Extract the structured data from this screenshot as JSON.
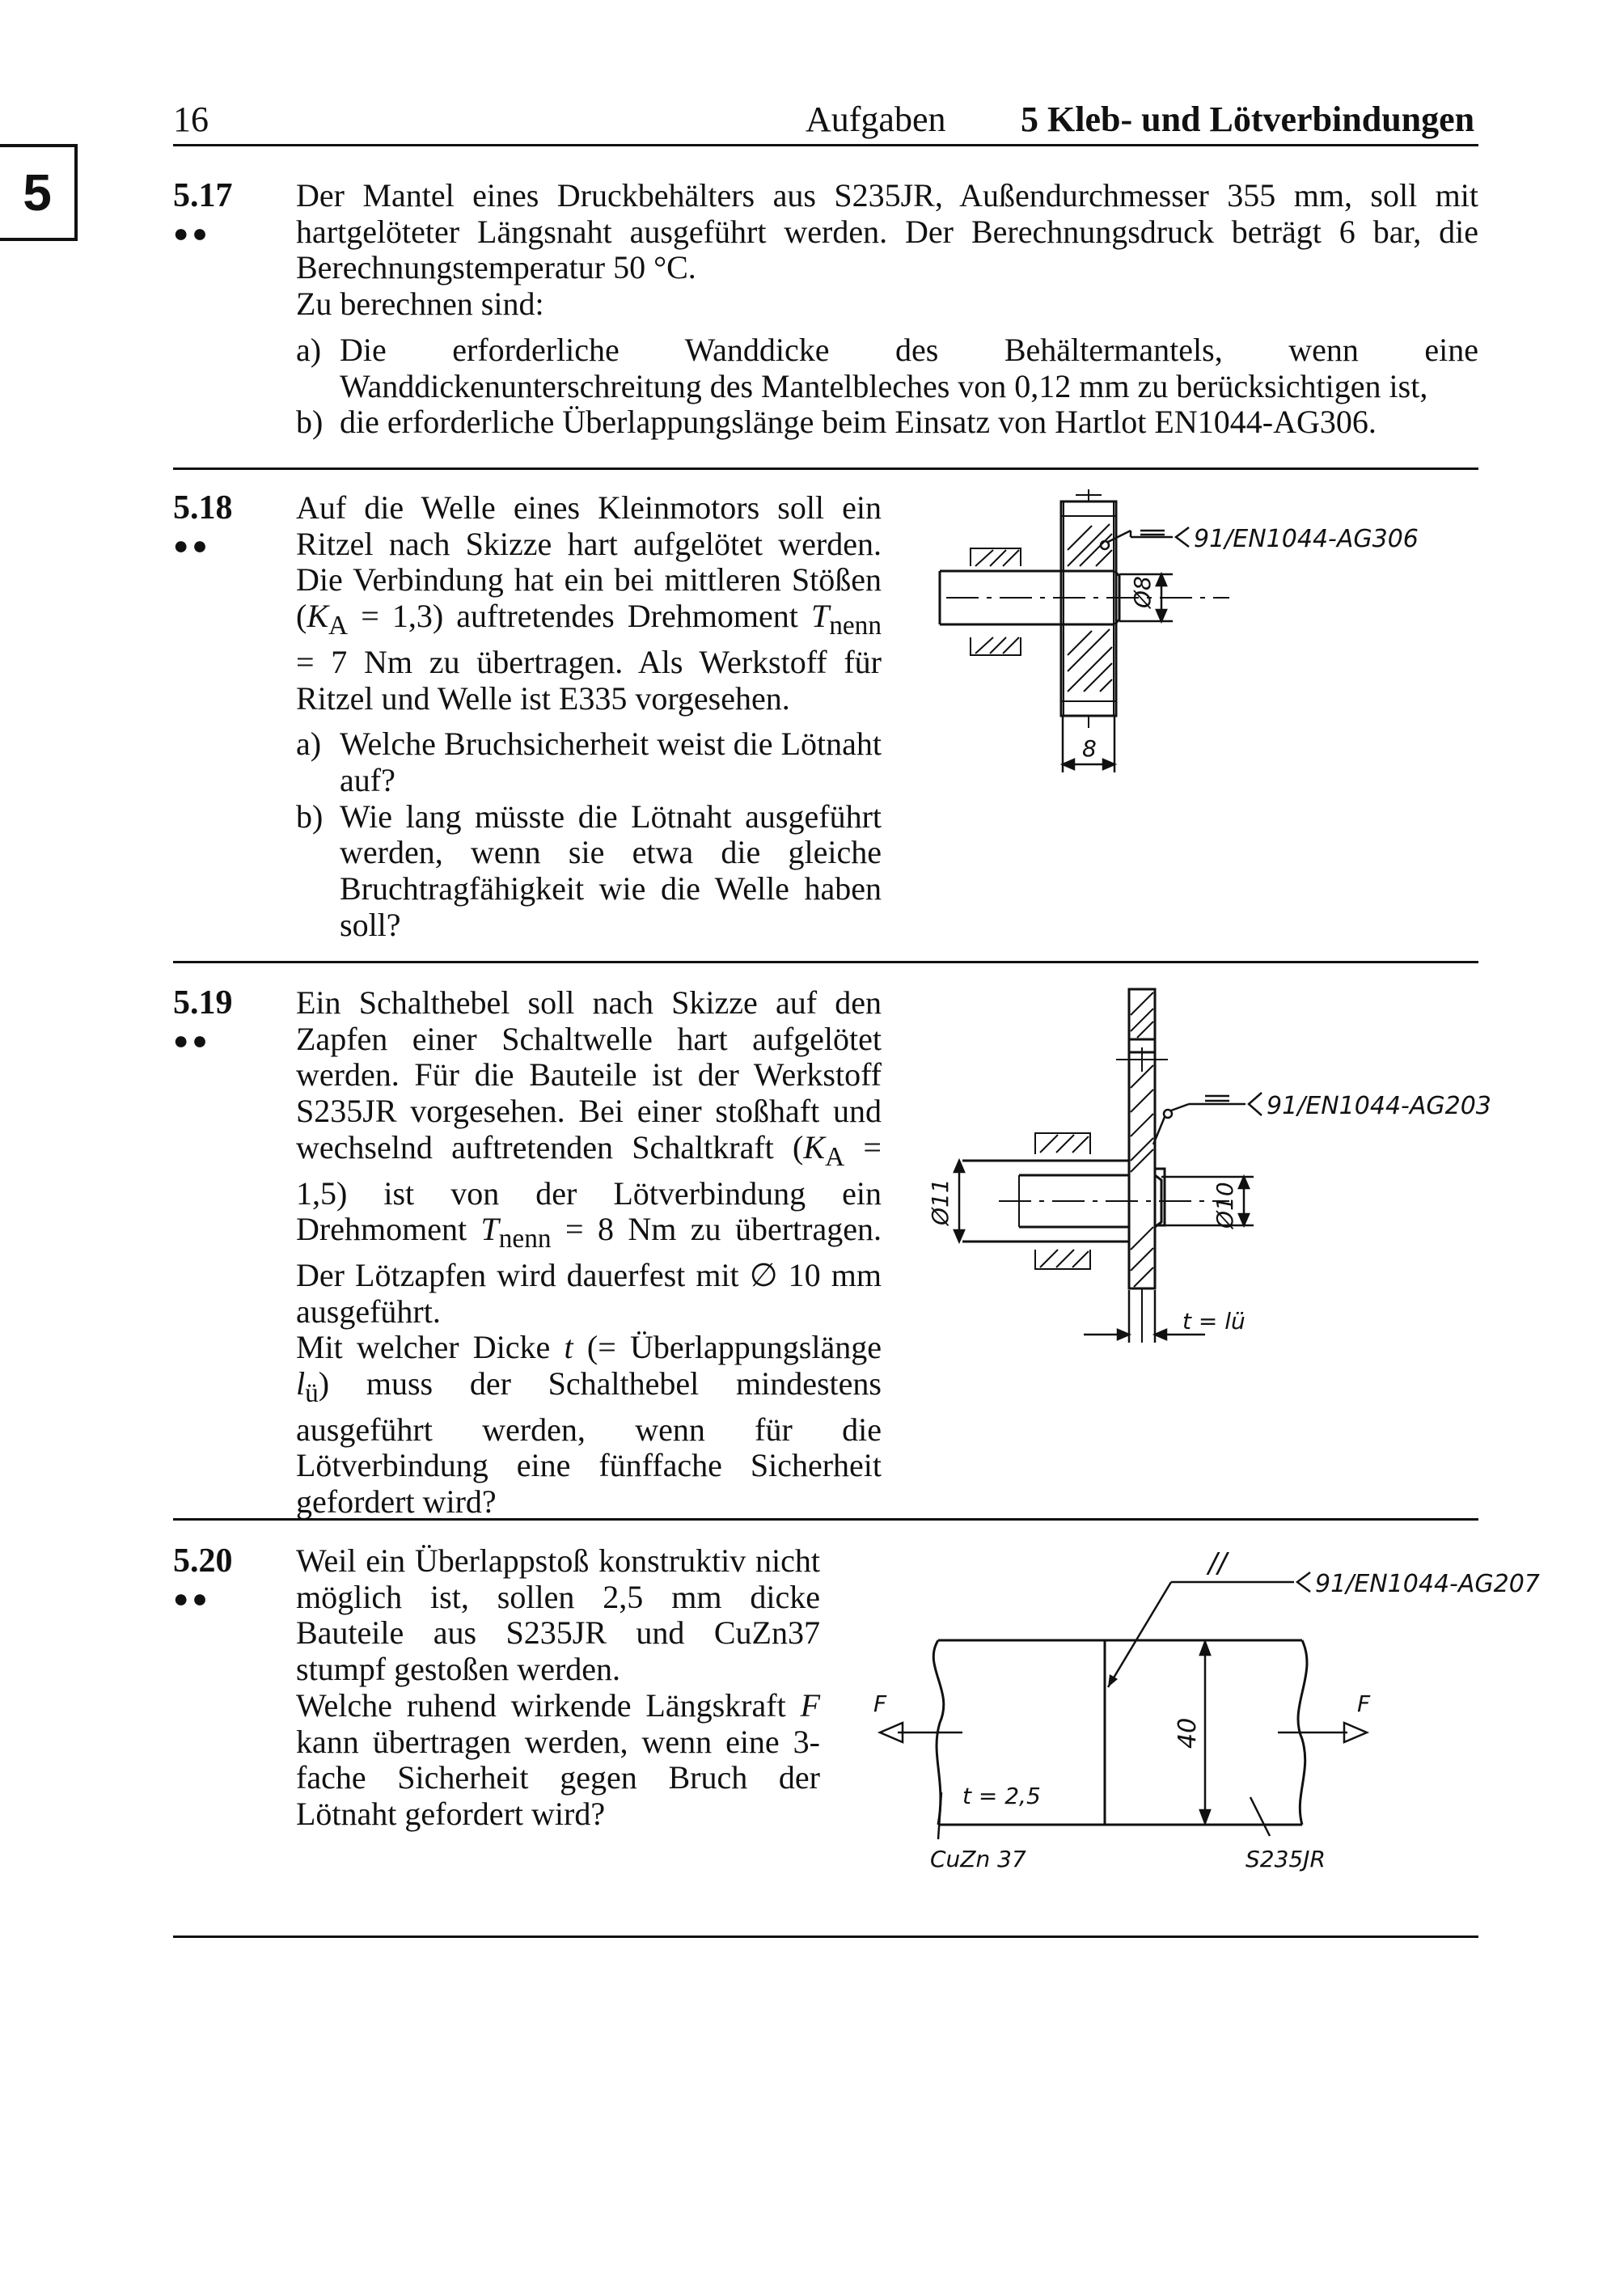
{
  "header": {
    "page_number": "16",
    "section": "Aufgaben",
    "chapter": "5 Kleb- und Lötverbindungen",
    "chapter_tab": "5"
  },
  "problems": [
    {
      "number": "5.17",
      "difficulty": "●●",
      "paragraphs": [
        "Der Mantel eines Druckbehälters aus S235JR, Außendurchmesser 355 mm, soll mit hartgelöteter Längsnaht ausgeführt werden. Der Berechnungsdruck beträgt 6 bar, die Berechnungstemperatur 50 °C.",
        "Zu berechnen sind:"
      ],
      "items": [
        {
          "label": "a)",
          "text": "Die erforderliche Wanddicke des Behältermantels, wenn eine Wanddickenunterschreitung des Mantelbleches von 0,12 mm zu berücksichtigen ist,"
        },
        {
          "label": "b)",
          "text": "die erforderliche Überlappungslänge beim Einsatz von Hartlot EN1044-AG306."
        }
      ]
    },
    {
      "number": "5.18",
      "difficulty": "●●",
      "text_parts": [
        "Auf die Welle eines Kleinmotors soll ein Ritzel nach Skizze hart aufgelötet werden. Die Verbindung hat ein bei mittleren Stößen (",
        "K",
        "A",
        " = 1,3) auftretendes Drehmoment ",
        "T",
        "nenn",
        " = 7 Nm zu übertragen. Als Werkstoff für Ritzel und Welle ist E335 vorgesehen."
      ],
      "items": [
        {
          "label": "a)",
          "text": "Welche Bruchsicherheit weist die Lötnaht auf?"
        },
        {
          "label": "b)",
          "text": "Wie lang müsste die Lötnaht ausgeführt werden, wenn sie etwa die gleiche Bruchtragfähigkeit wie die Welle haben soll?"
        }
      ],
      "figure": {
        "weld_symbol": "91/EN1044-AG306",
        "dim_diameter": "Ø8",
        "dim_width": "8"
      }
    },
    {
      "number": "5.19",
      "difficulty": "●●",
      "text_parts": [
        "Ein Schalthebel soll nach Skizze auf den Zapfen einer Schaltwelle hart aufgelötet werden. Für die Bauteile ist der Werkstoff S235JR vorgesehen. Bei einer stoßhaft und wechselnd auftretenden Schaltkraft (",
        "K",
        "A",
        " = 1,5) ist von der Lötverbindung ein Drehmoment ",
        "T",
        "nenn",
        " = 8 Nm zu übertragen. Der Lötzapfen wird dauerfest mit ∅ 10 mm ausgeführt.",
        "Mit welcher Dicke ",
        "t",
        " (= Überlappungslänge ",
        "l",
        "ü",
        ") muss der Schalthebel mindestens ausgeführt werden, wenn für die Lötverbindung eine fünffache Sicherheit gefordert wird?"
      ],
      "figure": {
        "weld_symbol": "91/EN1044-AG203",
        "dim_outer": "Ø11",
        "dim_inner": "Ø10",
        "dim_thickness": "t = lü"
      }
    },
    {
      "number": "5.20",
      "difficulty": "●●",
      "text_parts": [
        "Weil ein Überlappstoß konstruktiv nicht möglich ist, sollen 2,5 mm dicke Bauteile aus S235JR und CuZn37 stumpf gestoßen werden.",
        "Welche ruhend wirkende Längskraft ",
        "F",
        " kann übertragen werden, wenn eine 3-fache Sicherheit gegen Bruch der Lötnaht gefordert wird?"
      ],
      "figure": {
        "weld_mark": "//",
        "weld_symbol": "91/EN1044-AG207",
        "force_label": "F",
        "dim_height": "40",
        "thickness": "t = 2,5",
        "material_left": "CuZn 37",
        "material_right": "S235JR"
      }
    }
  ]
}
